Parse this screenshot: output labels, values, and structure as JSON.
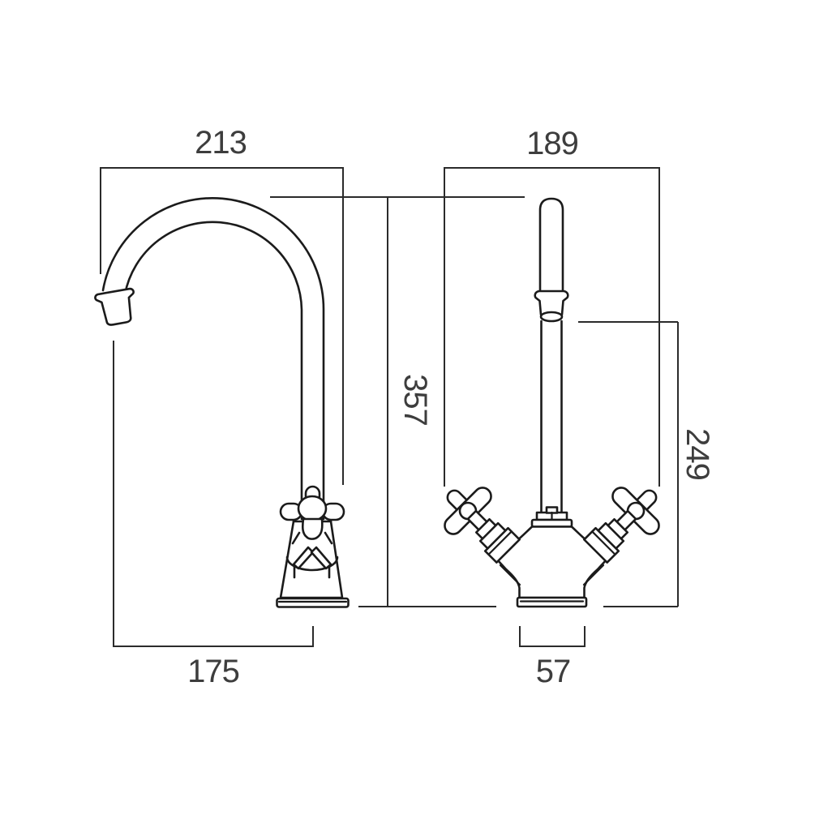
{
  "drawing": {
    "views": {
      "side_view": {
        "dimensions": {
          "spout_reach_top": "213",
          "overall_height": "357",
          "spout_reach_base": "175"
        }
      },
      "front_view": {
        "dimensions": {
          "overall_width": "189",
          "spout_outlet_height": "249",
          "base_width": "57"
        }
      }
    },
    "style": {
      "background": "#ffffff",
      "line_color": "#1b1b1b",
      "dimension_line_color": "#2b2b2b",
      "label_color": "#3d3d3d"
    }
  }
}
